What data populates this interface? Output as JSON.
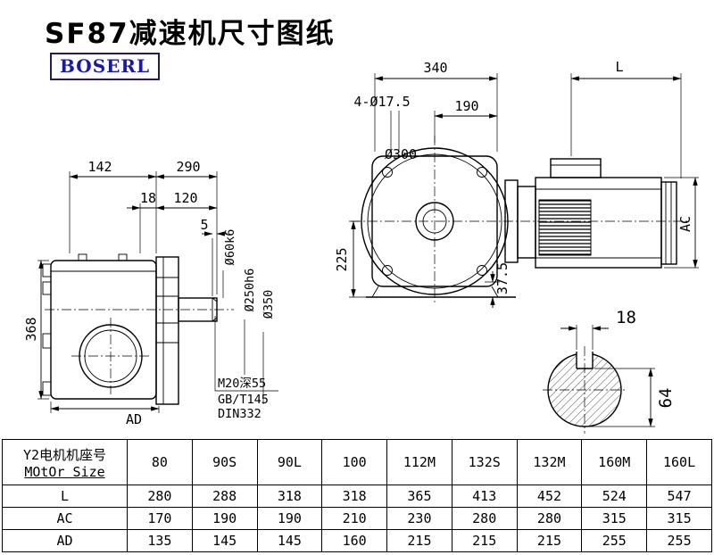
{
  "title": "SF87减速机尺寸图纸",
  "logo": "BOSERL",
  "side_view": {
    "dim_142": "142",
    "dim_290": "290",
    "dim_18": "18",
    "dim_120": "120",
    "dim_5": "5",
    "dim_368": "368",
    "dim_ad": "AD",
    "dia_shaft": "Ø60k6",
    "dia_pilot": "Ø250h6",
    "dia_flange": "Ø350",
    "note_thread": "M20深55",
    "note_gb": "GB/T145",
    "note_din": "DIN332"
  },
  "front_view": {
    "dim_340": "340",
    "dim_l": "L",
    "dim_190": "190",
    "dim_holes": "4-Ø17.5",
    "dia_300": "Ø300",
    "dim_225": "225",
    "dim_37_5": "37.5",
    "dim_ac": "AC"
  },
  "shaft_section": {
    "dim_18": "18",
    "dim_64": "64"
  },
  "table": {
    "header_cn": "Y2电机机座号",
    "header_en": "MOtOr Size",
    "sizes": [
      "80",
      "90S",
      "90L",
      "100",
      "112M",
      "132S",
      "132M",
      "160M",
      "160L"
    ],
    "row_l": {
      "label": "L",
      "values": [
        "280",
        "288",
        "318",
        "318",
        "365",
        "413",
        "452",
        "524",
        "547"
      ]
    },
    "row_ac": {
      "label": "AC",
      "values": [
        "170",
        "190",
        "190",
        "210",
        "230",
        "280",
        "280",
        "315",
        "315"
      ]
    },
    "row_ad": {
      "label": "AD",
      "values": [
        "135",
        "145",
        "145",
        "160",
        "215",
        "215",
        "215",
        "255",
        "255"
      ]
    }
  }
}
